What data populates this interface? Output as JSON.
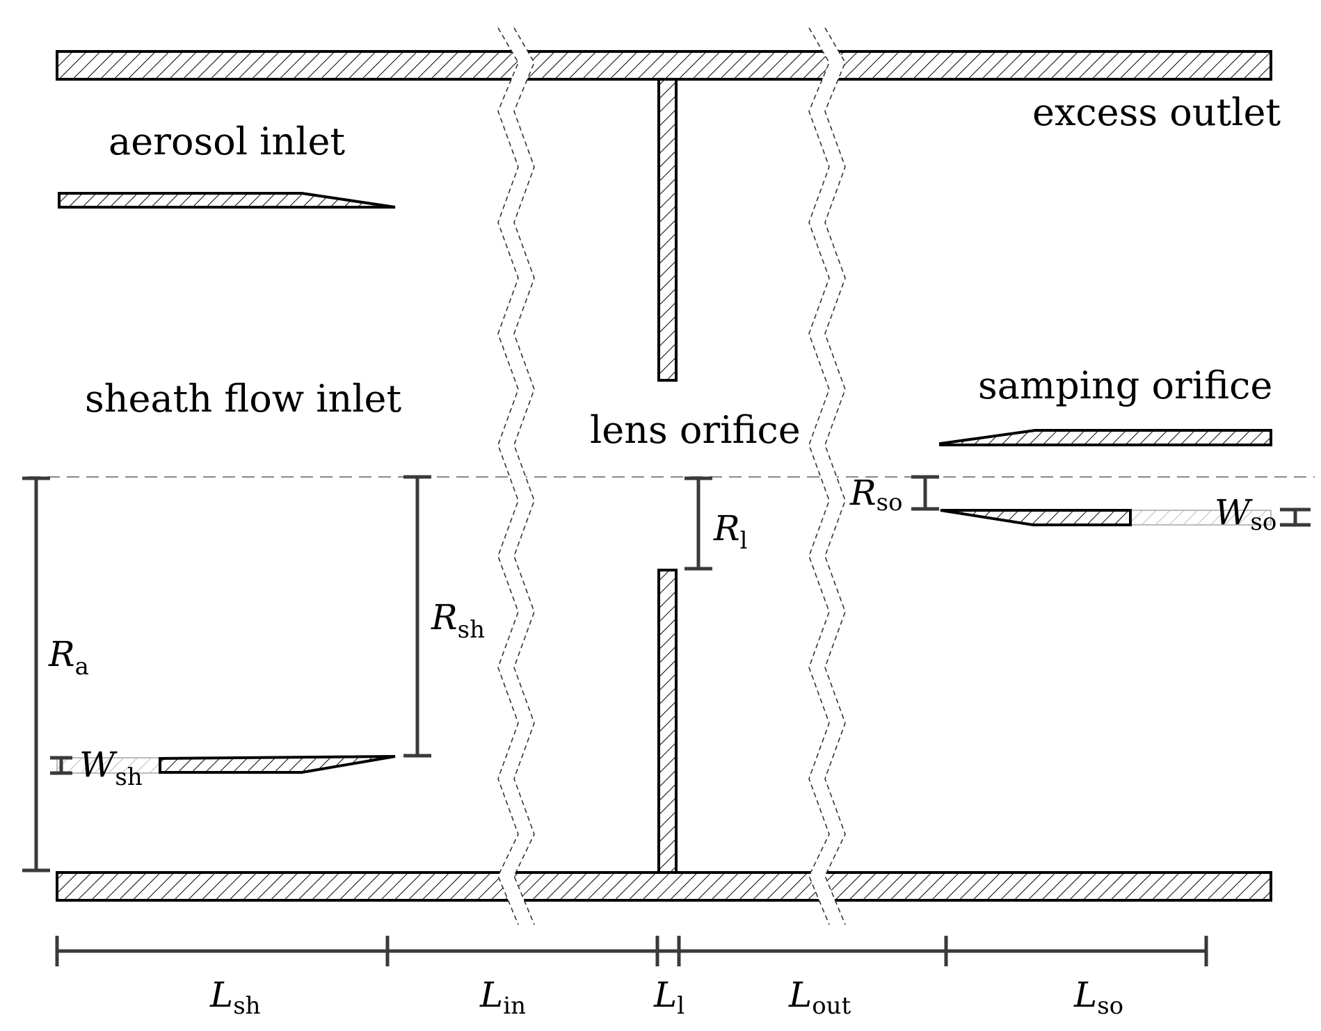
{
  "labels": {
    "aerosol_inlet": "aerosol inlet",
    "sheath_flow_inlet": "sheath flow inlet",
    "lens_orifice": "lens orifice",
    "excess_outlet": "excess outlet",
    "sampling_orifice": "samping orifice"
  },
  "symbols": {
    "R_a": {
      "main": "R",
      "sub": "a"
    },
    "R_sh": {
      "main": "R",
      "sub": "sh"
    },
    "R_l": {
      "main": "R",
      "sub": "l"
    },
    "R_so": {
      "main": "R",
      "sub": "so"
    },
    "W_sh": {
      "main": "W",
      "sub": "sh"
    },
    "W_so": {
      "main": "W",
      "sub": "so"
    },
    "L_sh": {
      "main": "L",
      "sub": "sh"
    },
    "L_in": {
      "main": "L",
      "sub": "in"
    },
    "L_l": {
      "main": "L",
      "sub": "l"
    },
    "L_out": {
      "main": "L",
      "sub": "out"
    },
    "L_so": {
      "main": "L",
      "sub": "so"
    }
  },
  "colors": {
    "ink": "#000000",
    "dimension": "#3a3a3a",
    "axis": "#888888"
  }
}
